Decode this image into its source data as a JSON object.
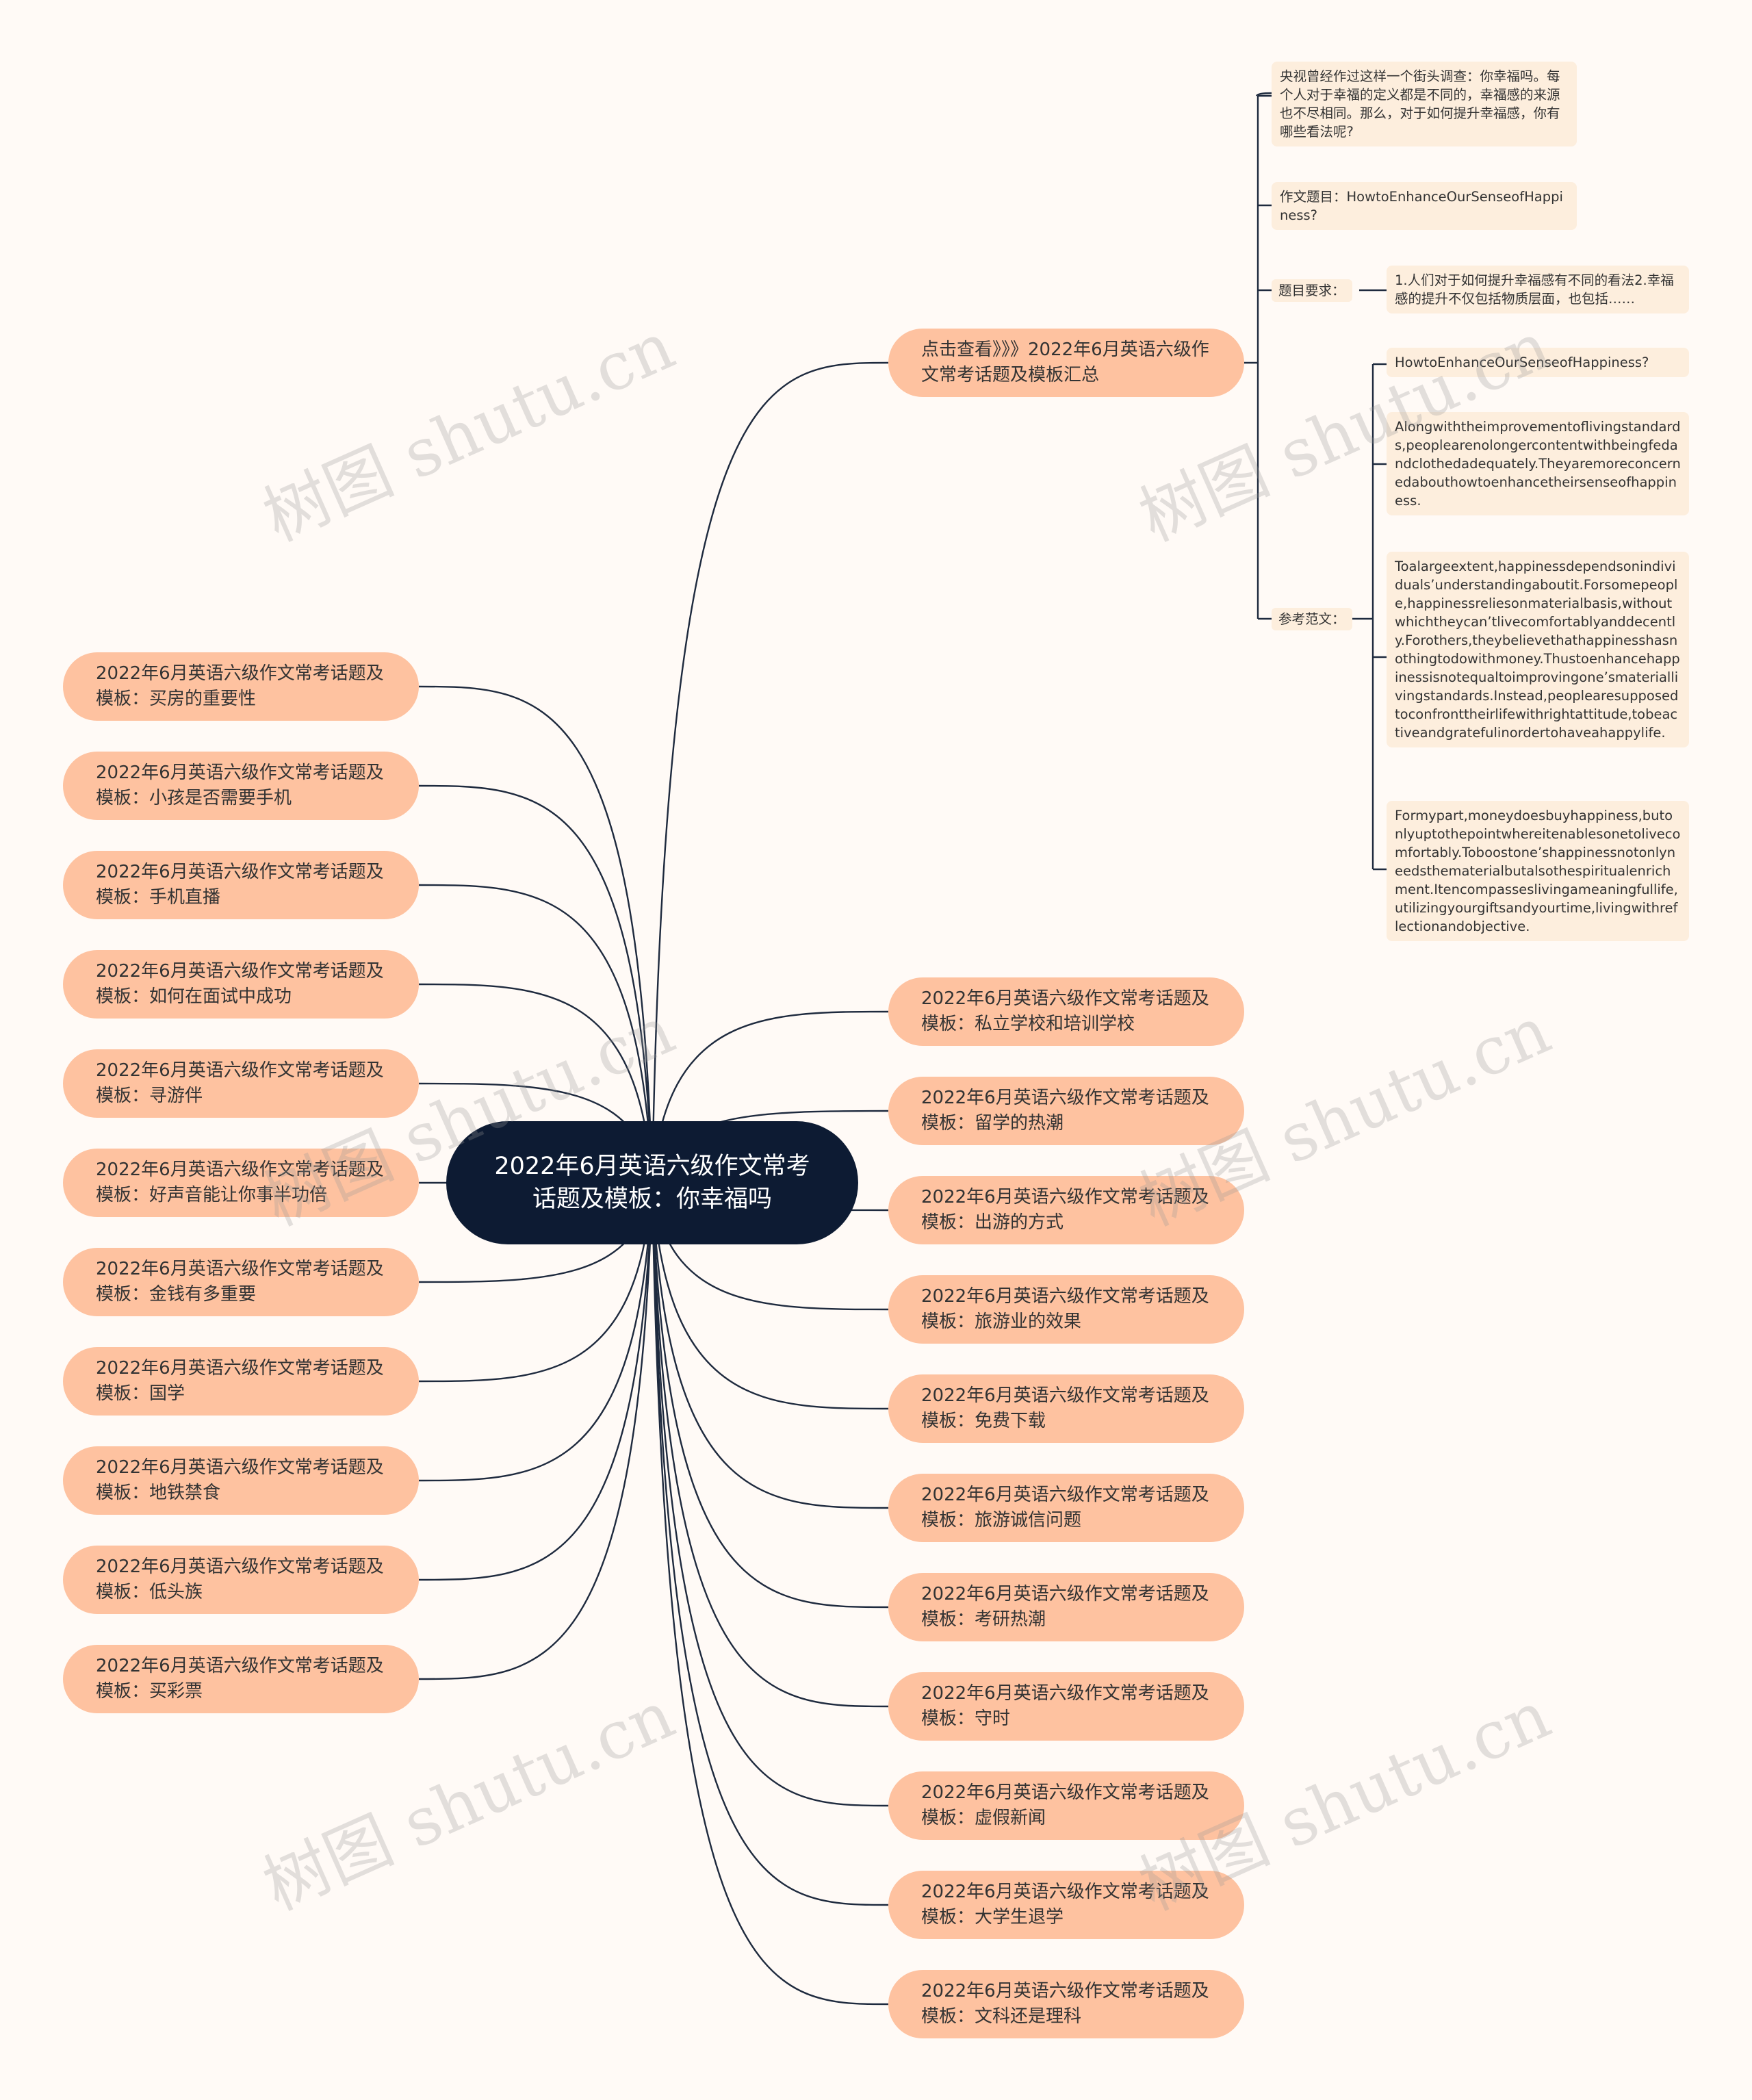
{
  "center": {
    "title": "2022年6月英语六级作文常考话题及模板：你幸福吗"
  },
  "top_branch": {
    "label": "点击查看》》》2022年6月英语六级作文常考话题及模板汇总"
  },
  "details": {
    "intro": "央视曾经作过这样一个街头调查：你幸福吗。每个人对于幸福的定义都是不同的，幸福感的来源也不尽相同。那么，对于如何提升幸福感，你有哪些看法呢?",
    "topic": "作文题目：HowtoEnhanceOurSenseofHappiness?",
    "requirement_label": "题目要求：",
    "requirement_text": "1.人们对于如何提升幸福感有不同的看法2.幸福感的提升不仅包括物质层面，也包括……",
    "sample_label": "参考范文：",
    "sample_paragraphs": [
      "HowtoEnhanceOurSenseofHappiness?",
      "Alongwiththeimprovementoflivingstandards,peoplearenolongercontentwithbeingfedandclothedadequately.Theyaremoreconcernedabouthowtoenhancetheirsenseofhappiness.",
      "Toalargeextent,happinessdependsonindividuals’understandingaboutit.Forsomepeople,happinessreliesonmaterialbasis,withoutwhichtheycan’tlivecomfortablyanddecently.Forothers,theybelievethathappinesshasnothingtodowithmoney.Thustoenhancehappinessisnotequaltoimprovingone’smateriallivingstandards.Instead,peoplearesupposedtoconfronttheirlifewithrightattitude,tobeactiveandgratefulinordertohaveahappylife.",
      "Formypart,moneydoesbuyhappiness,butonlyuptothepointwhereitenablesonetolivecomfortably.Toboostone’shappinessnotonlyneedsthematerialbutalsothespiritualenrichment.Itencompasseslivingameaningfullife,utilizingyourgiftsandyourtime,livingwithreflectionandobjective."
    ]
  },
  "left_branches": [
    "2022年6月英语六级作文常考话题及模板：买房的重要性",
    "2022年6月英语六级作文常考话题及模板：小孩是否需要手机",
    "2022年6月英语六级作文常考话题及模板：手机直播",
    "2022年6月英语六级作文常考话题及模板：如何在面试中成功",
    "2022年6月英语六级作文常考话题及模板：寻游伴",
    "2022年6月英语六级作文常考话题及模板：好声音能让你事半功倍",
    "2022年6月英语六级作文常考话题及模板：金钱有多重要",
    "2022年6月英语六级作文常考话题及模板：国学",
    "2022年6月英语六级作文常考话题及模板：地铁禁食",
    "2022年6月英语六级作文常考话题及模板：低头族",
    "2022年6月英语六级作文常考话题及模板：买彩票"
  ],
  "right_branches": [
    "2022年6月英语六级作文常考话题及模板：私立学校和培训学校",
    "2022年6月英语六级作文常考话题及模板：留学的热潮",
    "2022年6月英语六级作文常考话题及模板：出游的方式",
    "2022年6月英语六级作文常考话题及模板：旅游业的效果",
    "2022年6月英语六级作文常考话题及模板：免费下载",
    "2022年6月英语六级作文常考话题及模板：旅游诚信问题",
    "2022年6月英语六级作文常考话题及模板：考研热潮",
    "2022年6月英语六级作文常考话题及模板：守时",
    "2022年6月英语六级作文常考话题及模板：虚假新闻",
    "2022年6月英语六级作文常考话题及模板：大学生退学",
    "2022年6月英语六级作文常考话题及模板：文科还是理科"
  ],
  "watermark": "树图 shutu.cn",
  "colors": {
    "center_bg": "#0d1b33",
    "branch_bg": "#fec2a0",
    "leaf_bg": "#fdeedd",
    "line": "#1e2a3e",
    "background": "#fffaf6"
  }
}
